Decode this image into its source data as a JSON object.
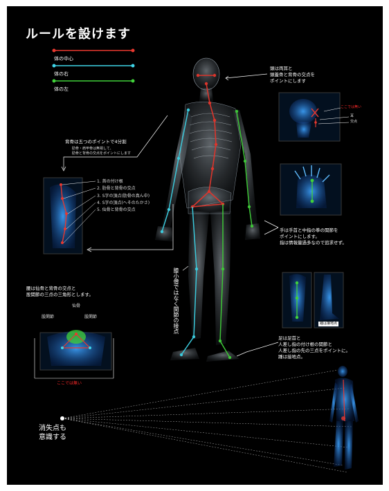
{
  "title": "ルールを設けます",
  "legend": [
    {
      "label": "体の中心",
      "color": "#e8382f"
    },
    {
      "label": "体の右",
      "color": "#3fd5e8"
    },
    {
      "label": "体の左",
      "color": "#41d13a"
    }
  ],
  "head_note": {
    "line1": "頭は両耳と",
    "line2": "頭蓋骨と背骨の交点を",
    "line3": "ポイントにします"
  },
  "head_panel": {
    "not_used": "ここでは無い",
    "ear": "耳",
    "intersection": "交点"
  },
  "spine_note": {
    "title": "背骨は五つのポイントで4分割",
    "sub1": "肋骨・肩甲骨は無視して、",
    "sub2": "肋骨と背骨の交点をポイントにします"
  },
  "spine_points": [
    "1.  首の付け根",
    "2.  肋骨と背骨の交点",
    "3.  S字の頂点(肋骨の真ん中)",
    "4.  S字の頂点(へそのたかさ)",
    "5.  仙骨と背骨の交点"
  ],
  "hand_note": {
    "line1": "手は手首と中指の拳の関節を",
    "line2": "ポイントにします。",
    "line3": "指は情報量過多なので追求せず。"
  },
  "knee_note": "膝小僧ではなく関節の接点",
  "pelvis_note": {
    "line1": "腰は仙骨と背骨の交点と",
    "line2": "股関節の三点の三角形とします。"
  },
  "pelvis_labels": {
    "sacrum": "仙骨",
    "hip_left": "股関節",
    "hip_right": "股関節",
    "not_used": "ここでは無い"
  },
  "foot_panel": {
    "heel": "踵は接地点"
  },
  "foot_note": {
    "line1": "足は足首と",
    "line2": "人差し指の付け根の関節と",
    "line3": "人差し指の先の三点をポイントに。",
    "line4": "踵は接地点。"
  },
  "vanishing_note": {
    "line1": "消失点も",
    "line2": "意識する"
  }
}
